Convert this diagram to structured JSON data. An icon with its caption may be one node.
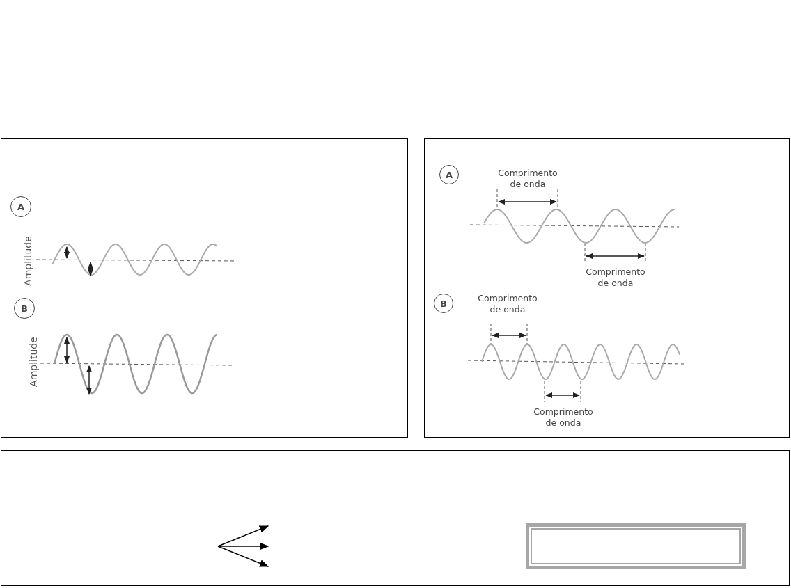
{
  "diagram": {
    "nodes": [
      {
        "text": [],
        "shape": "box"
      }
    ],
    "edges": [],
    "labels": [
      "A",
      "Amplitude",
      "B",
      "Amplitude",
      "A",
      "Comprimento de onda",
      "Comprimento de onda",
      "B",
      "Comprimento de onda",
      "Comprimento de onda"
    ]
  }
}
